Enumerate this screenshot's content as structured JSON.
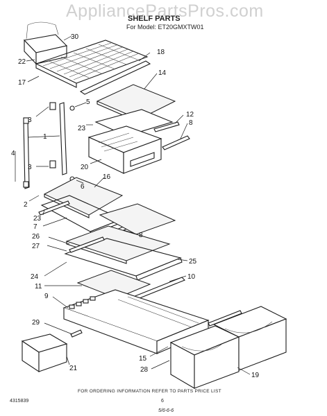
{
  "watermark": "AppliancePartsPros.com",
  "title": "SHELF PARTS",
  "model_line": "For Model: ET20GMXTW01",
  "callouts": [
    "1",
    "2",
    "3",
    "3",
    "4",
    "5",
    "6",
    "7",
    "8",
    "8",
    "9",
    "10",
    "11",
    "12",
    "14",
    "15",
    "16",
    "17",
    "18",
    "19",
    "20",
    "21",
    "22",
    "23",
    "23",
    "24",
    "25",
    "26",
    "27",
    "28",
    "29",
    "30"
  ],
  "footer_note": "FOR ORDERING INFORMATION REFER TO PARTS PRICE LIST",
  "figure_code": "4315839",
  "page_number": "6",
  "handwritten_note": "5/6-6-6"
}
